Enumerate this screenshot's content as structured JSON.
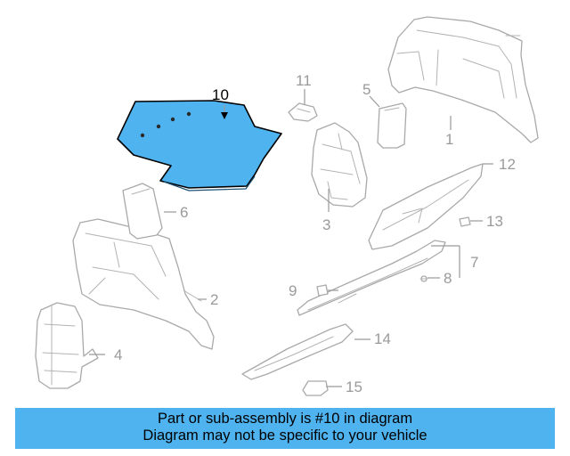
{
  "highlight_color": "#4fb3f0",
  "highlighted_part": "10",
  "callouts": {
    "c1": "1",
    "c2": "2",
    "c3": "3",
    "c4": "4",
    "c5": "5",
    "c6": "6",
    "c7": "7",
    "c8": "8",
    "c9": "9",
    "c10": "10",
    "c11": "11",
    "c12": "12",
    "c13": "13",
    "c14": "14",
    "c15": "15"
  },
  "banner": {
    "line1": "Part or sub-assembly is #10 in diagram",
    "line2": "Diagram may not be specific to your vehicle"
  }
}
